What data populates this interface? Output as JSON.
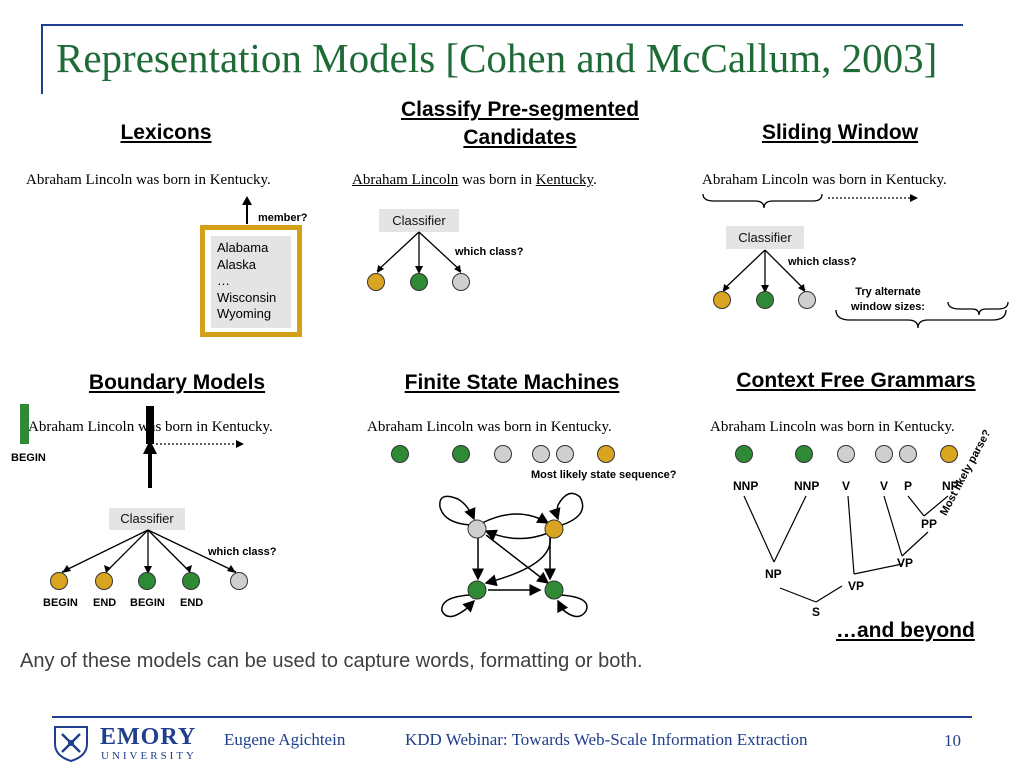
{
  "slide": {
    "title": "Representation Models [Cohen and McCallum, 2003]",
    "bottom_note": "Any of these models can be used to capture words, formatting or both.",
    "colors": {
      "accent_blue": "#1f3e8c",
      "title_green": "#1e6b38",
      "node_gold": "#d9a520",
      "node_green": "#2f8a35",
      "node_gray": "#cfcfcf"
    }
  },
  "sentence": "Abraham Lincoln was born in Kentucky.",
  "lexicons": {
    "heading": "Lexicons",
    "member_label": "member?",
    "items": [
      "Alabama",
      "Alaska",
      "…",
      "Wisconsin",
      "Wyoming"
    ]
  },
  "classify": {
    "heading_line1": "Classify Pre-segmented",
    "heading_line2": "Candidates",
    "candidate1": "Abraham Lincoln",
    "middle": " was born in ",
    "candidate2": "Kentucky",
    "end": ".",
    "classifier": "Classifier",
    "question": "which class?"
  },
  "sliding": {
    "heading": "Sliding Window",
    "classifier": "Classifier",
    "question": "which class?",
    "alternate_line1": "Try alternate",
    "alternate_line2": "window sizes:"
  },
  "boundary": {
    "heading": "Boundary Models",
    "begin_marker": "BEGIN",
    "classifier": "Classifier",
    "question": "which class?",
    "outputs": [
      "BEGIN",
      "END",
      "BEGIN",
      "END"
    ]
  },
  "fsm": {
    "heading": "Finite State Machines",
    "question": "Most likely state sequence?"
  },
  "cfg": {
    "heading": "Context Free Grammars",
    "tags": [
      "NNP",
      "NNP",
      "V",
      "V",
      "P",
      "NP"
    ],
    "pp": "PP",
    "vp_upper": "VP",
    "np": "NP",
    "vp_lower": "VP",
    "s": "S",
    "question": "Most likely parse?"
  },
  "beyond": "…and beyond",
  "footer": {
    "logo_name": "EMORY",
    "logo_sub": "UNIVERSITY",
    "author": "Eugene Agichtein",
    "event": "KDD Webinar: Towards Web-Scale Information Extraction",
    "page": "10"
  }
}
